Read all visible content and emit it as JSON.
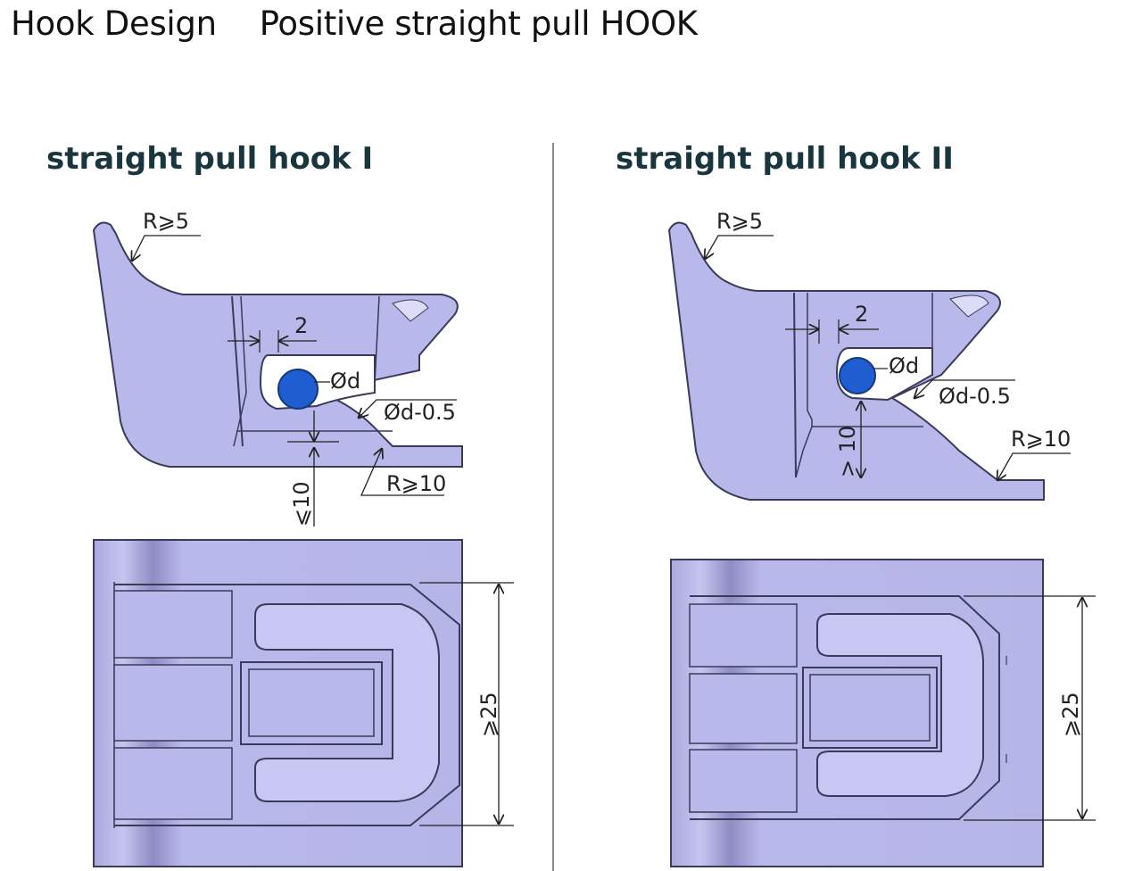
{
  "header": {
    "category": "Hook Design",
    "subtitle": "Positive straight pull HOOK"
  },
  "panels": [
    {
      "title": "straight pull hook I",
      "labels": {
        "corner_radius": "R⩾5",
        "gap": "2",
        "pin": "Ød",
        "slot": "Ød-0.5",
        "base_radius": "R⩾10",
        "height": "⩽10",
        "width": "⩾25"
      }
    },
    {
      "title": "straight pull hook II",
      "labels": {
        "corner_radius": "R⩾5",
        "gap": "2",
        "pin": "Ød",
        "slot": "Ød-0.5",
        "base_radius": "R⩾10",
        "height": "> 10",
        "width": "⩾25"
      }
    }
  ],
  "colors": {
    "part_fill": "#b9b8ea",
    "part_stroke": "#3a3a5a",
    "pin": "#1f5ed0",
    "title": "#19363e"
  }
}
